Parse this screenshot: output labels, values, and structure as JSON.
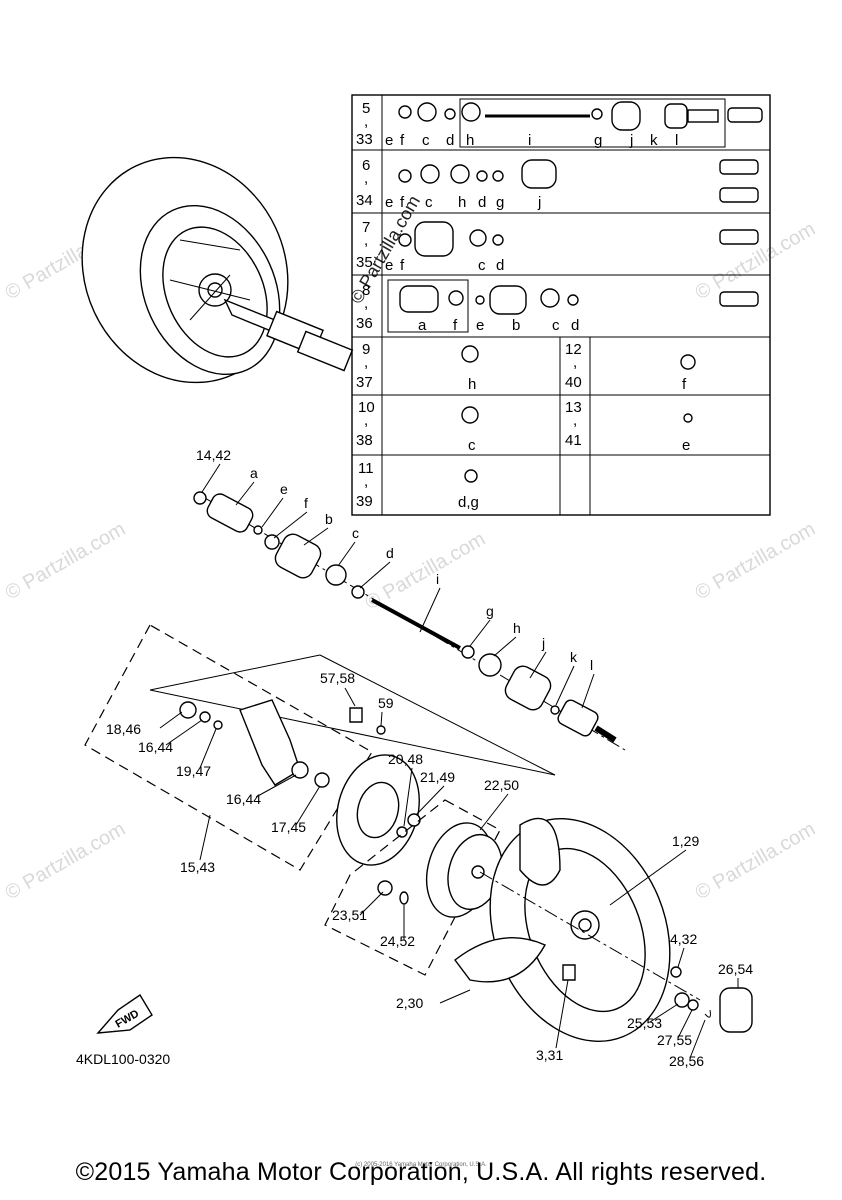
{
  "watermark": "© Partzilla.com",
  "diagram_code": "4KDL100-0320",
  "fwd_label": "FWD",
  "copyright": "©2015 Yamaha Motor Corporation, U.S.A. All rights reserved.",
  "fine_print": "(c) 2005-2016 Yamaha Motor Corporation, U.S.A.",
  "table": {
    "rows": [
      {
        "num": [
          "5",
          ",",
          "33"
        ],
        "letters": [
          "e",
          "f",
          "c",
          "d",
          "h",
          "i",
          "g",
          "j",
          "k",
          "l"
        ]
      },
      {
        "num": [
          "6",
          ",",
          "34"
        ],
        "letters": [
          "e",
          "f",
          "c",
          "h",
          "d",
          "g",
          "j"
        ]
      },
      {
        "num": [
          "7",
          ",",
          "35"
        ],
        "letters": [
          "e",
          "f",
          "c",
          "d"
        ]
      },
      {
        "num": [
          "8",
          ",",
          "36"
        ],
        "letters": [
          "a",
          "f",
          "e",
          "b",
          "c",
          "d"
        ]
      }
    ],
    "split_rows": [
      {
        "left_num": [
          "9",
          ",",
          "37"
        ],
        "left_letter": "h",
        "right_num": [
          "12",
          ",",
          "40"
        ],
        "right_letter": "f"
      },
      {
        "left_num": [
          "10",
          ",",
          "38"
        ],
        "left_letter": "c",
        "right_num": [
          "13",
          ",",
          "41"
        ],
        "right_letter": "e"
      },
      {
        "left_num": [
          "11",
          ",",
          "39"
        ],
        "left_letter": "d,g",
        "right_num": [
          "",
          "",
          ""
        ],
        "right_letter": ""
      }
    ]
  },
  "callouts": [
    "14,42",
    "a",
    "e",
    "f",
    "b",
    "c",
    "d",
    "i",
    "g",
    "h",
    "j",
    "k",
    "l",
    "57,58",
    "59",
    "18,46",
    "16,44",
    "19,47",
    "16,44",
    "17,45",
    "15,43",
    "20,48",
    "21,49",
    "22,50",
    "1,29",
    "23,51",
    "24,52",
    "4,32",
    "26,54",
    "2,30",
    "25,53",
    "27,55",
    "28,56",
    "3,31"
  ]
}
